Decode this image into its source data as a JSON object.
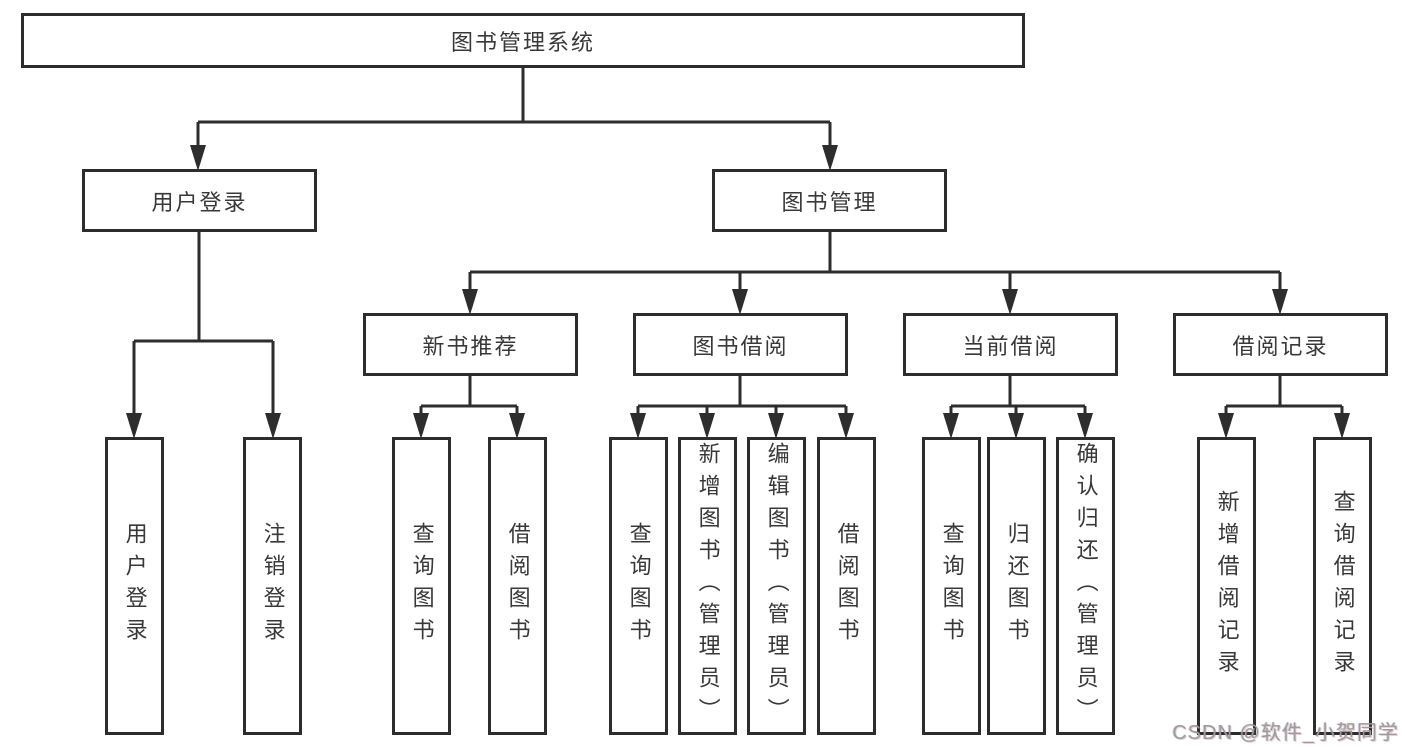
{
  "tree": {
    "root": {
      "label": "图书管理系统"
    },
    "branches": [
      {
        "label": "用户登录",
        "children": [
          {
            "label": "用户登录"
          },
          {
            "label": "注销登录"
          }
        ]
      },
      {
        "label": "图书管理",
        "children": [
          {
            "label": "新书推荐",
            "children": [
              {
                "label": "查询图书"
              },
              {
                "label": "借阅图书"
              }
            ]
          },
          {
            "label": "图书借阅",
            "children": [
              {
                "label": "查询图书"
              },
              {
                "label": "新增图书（管理员）"
              },
              {
                "label": "编辑图书（管理员）"
              },
              {
                "label": "借阅图书"
              }
            ]
          },
          {
            "label": "当前借阅",
            "children": [
              {
                "label": "查询图书"
              },
              {
                "label": "归还图书"
              },
              {
                "label": "确认归还（管理员）"
              }
            ]
          },
          {
            "label": "借阅记录",
            "children": [
              {
                "label": "新增借阅记录"
              },
              {
                "label": "查询借阅记录"
              }
            ]
          }
        ]
      }
    ]
  },
  "watermark": {
    "text": "CSDN @软件_小贺同学"
  },
  "colors": {
    "line": "#2d2d2d",
    "box_border": "#2d2d2d",
    "text": "#383838",
    "watermark": "#9c9c9c",
    "background": "#ffffff"
  }
}
